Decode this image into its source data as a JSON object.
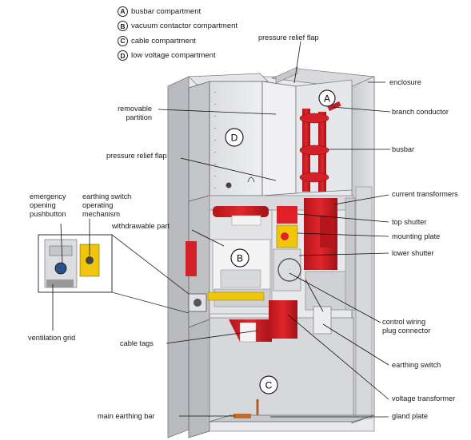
{
  "legend": [
    {
      "letter": "A",
      "text": "busbar compartment"
    },
    {
      "letter": "B",
      "text": "vacuum contactor compartment"
    },
    {
      "letter": "C",
      "text": "cable compartment"
    },
    {
      "letter": "D",
      "text": "low voltage compartment"
    }
  ],
  "markers": {
    "A": "A",
    "B": "B",
    "C": "C",
    "D": "D"
  },
  "labels": {
    "pressure_relief_flap_top": "pressure relief flap",
    "enclosure": "enclosure",
    "branch_conductor": "branch conductor",
    "removable_partition_1": "removable",
    "removable_partition_2": "partition",
    "busbar": "busbar",
    "pressure_relief_flap_mid": "pressure relief flap",
    "current_transformers": "current transformers",
    "emergency_1": "emergency",
    "emergency_2": "opening",
    "emergency_3": "pushbutton",
    "earthing_mech_1": "earthing switch",
    "earthing_mech_2": "operating",
    "earthing_mech_3": "mechanism",
    "top_shutter": "top shutter",
    "withdrawable_part": "withdrawable part",
    "mounting_plate": "mounting plate",
    "lower_shutter": "lower shutter",
    "control_wiring_1": "control wiring",
    "control_wiring_2": "plug connector",
    "ventilation_grid": "ventilation grid",
    "cable_tags": "cable tags",
    "earthing_switch": "earthing switch",
    "voltage_transformer": "voltage transformer",
    "main_earthing_bar": "main earthing bar",
    "gland_plate": "gland plate"
  }
}
